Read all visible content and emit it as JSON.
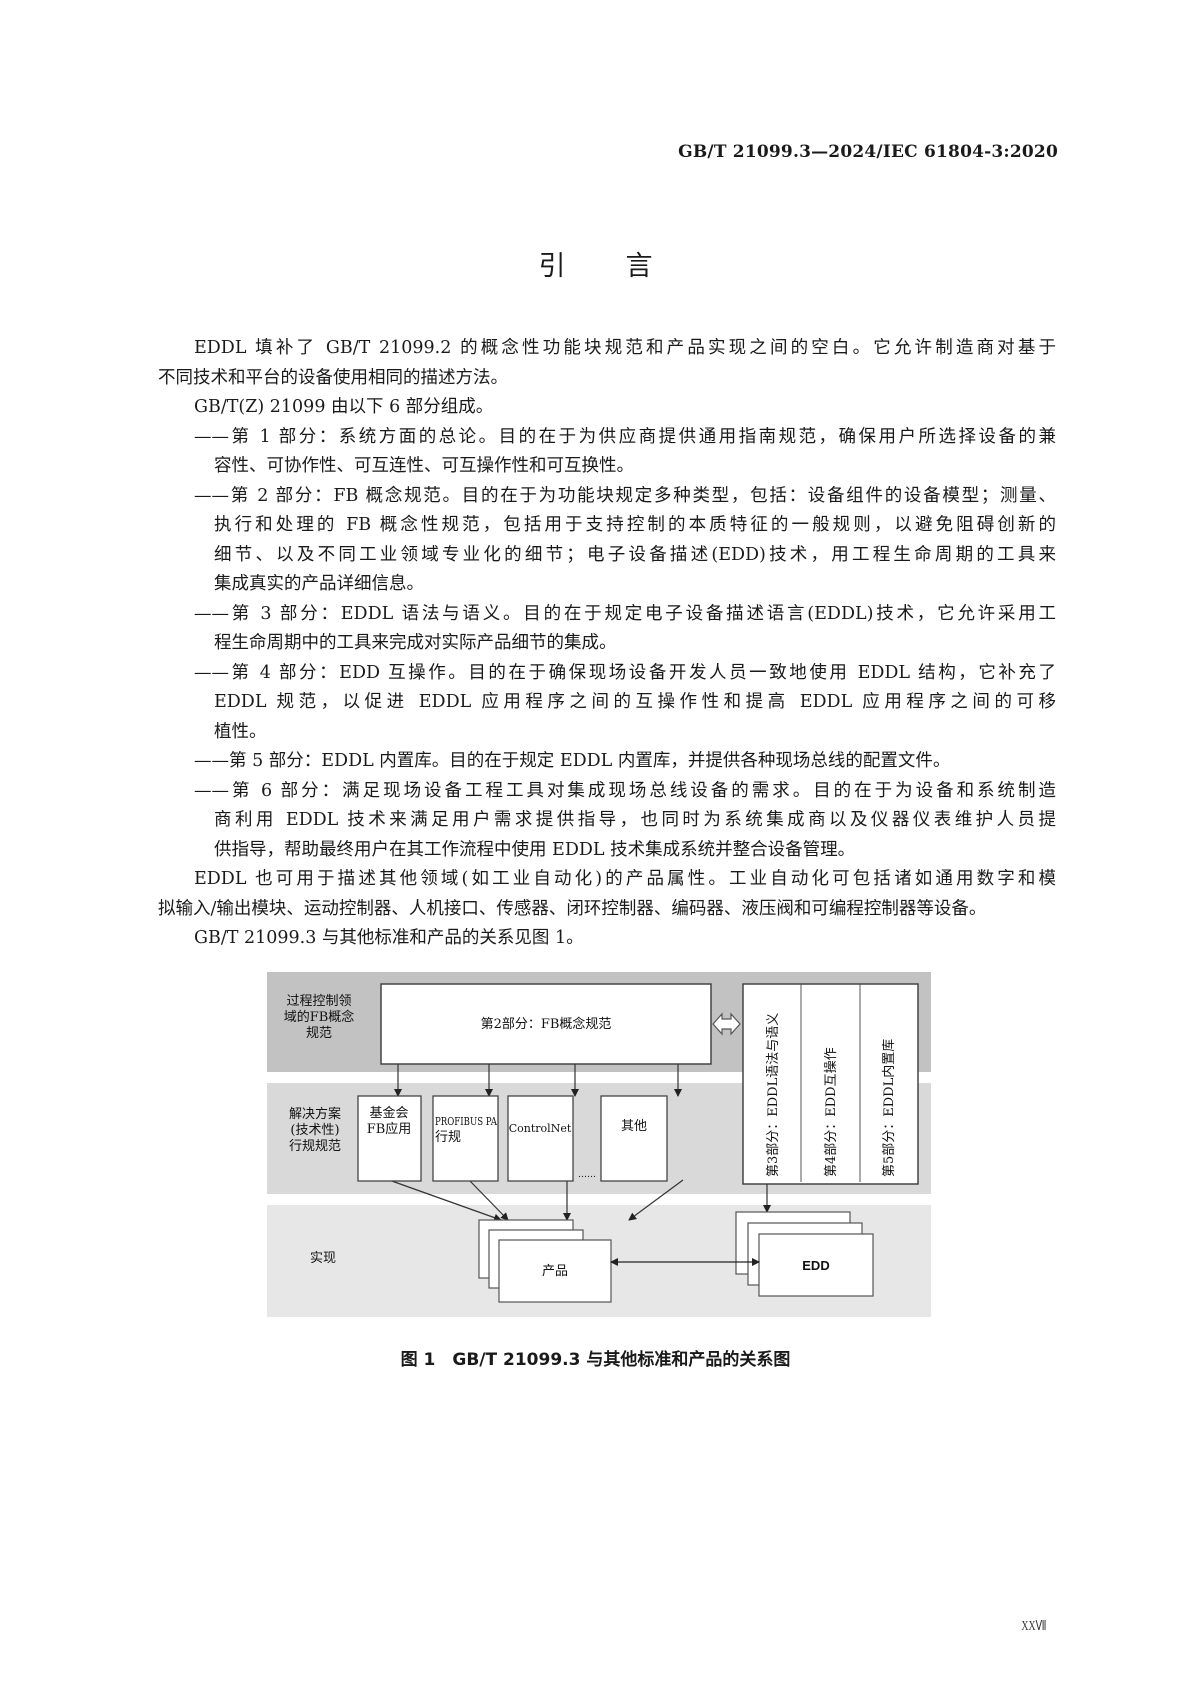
{
  "header": {
    "standard_number": "GB/T 21099.3—2024/IEC 61804-3:2020"
  },
  "title": [
    "引",
    "言"
  ],
  "paragraphs": [
    {
      "type": "para",
      "lines": [
        "EDDL 填补了 GB/T 21099.2 的概念性功能块规范和产品实现之间的空白。它允许制造商对基于",
        "不同技术和平台的设备使用相同的描述方法。"
      ]
    },
    {
      "type": "para",
      "lines": [
        "GB/T(Z) 21099 由以下 6 部分组成。"
      ]
    },
    {
      "type": "item",
      "lines": [
        "第 1 部分：系统方面的总论。目的在于为供应商提供通用指南规范，确保用户所选择设备的兼",
        "容性、可协作性、可互连性、可互操作性和可互换性。"
      ]
    },
    {
      "type": "item",
      "lines": [
        "第 2 部分：FB 概念规范。目的在于为功能块规定多种类型，包括：设备组件的设备模型；测量、",
        "执行和处理的 FB 概念性规范，包括用于支持控制的本质特征的一般规则，以避免阻碍创新的",
        "细节、以及不同工业领域专业化的细节；电子设备描述(EDD)技术，用工程生命周期的工具来",
        "集成真实的产品详细信息。"
      ]
    },
    {
      "type": "item",
      "lines": [
        "第 3 部分：EDDL 语法与语义。目的在于规定电子设备描述语言(EDDL)技术，它允许采用工",
        "程生命周期中的工具来完成对实际产品细节的集成。"
      ]
    },
    {
      "type": "item",
      "lines": [
        "第 4 部分：EDD 互操作。目的在于确保现场设备开发人员一致地使用 EDDL 结构，它补充了",
        "EDDL 规范，以促进 EDDL 应用程序之间的互操作性和提高 EDDL 应用程序之间的可移",
        "植性。"
      ]
    },
    {
      "type": "item",
      "lines": [
        "第 5 部分：EDDL 内置库。目的在于规定 EDDL 内置库，并提供各种现场总线的配置文件。"
      ]
    },
    {
      "type": "item",
      "lines": [
        "第 6 部分：满足现场设备工程工具对集成现场总线设备的需求。目的在于为设备和系统制造",
        "商利用 EDDL 技术来满足用户需求提供指导，也同时为系统集成商以及仪器仪表维护人员提",
        "供指导，帮助最终用户在其工作流程中使用 EDDL 技术集成系统并整合设备管理。"
      ]
    },
    {
      "type": "para",
      "lines": [
        "EDDL 也可用于描述其他领域(如工业自动化)的产品属性。工业自动化可包括诸如通用数字和模",
        "拟输入/输出模块、运动控制器、人机接口、传感器、闭环控制器、编码器、液压阀和可编程控制器等设备。"
      ]
    },
    {
      "type": "para",
      "lines": [
        "GB/T 21099.3 与其他标准和产品的关系见图 1。"
      ]
    }
  ],
  "item_dash": "——",
  "figure": {
    "band_labels": {
      "band1": [
        "过程控制领",
        "域的FB概念",
        "规范"
      ],
      "band2": [
        "解决方案",
        "(技术性)",
        "行规规范"
      ],
      "band3": [
        "实现"
      ]
    },
    "part2_box": "第2部分：FB概念规范",
    "profile_boxes": [
      {
        "lines": [
          "基金会",
          "FB应用"
        ]
      },
      {
        "lines": [
          "PROFIBUS PA",
          "行规"
        ]
      },
      {
        "lines": [
          "ControlNet"
        ]
      },
      {
        "lines": [
          "其他"
        ]
      }
    ],
    "ellipsis": "……",
    "edd_parts": [
      "第3部分：EDDL语法与语义",
      "第4部分：EDD互操作",
      "第5部分：EDDL内置库"
    ],
    "product_label": "产品",
    "edd_label": "EDD",
    "colors": {
      "band1": "#c2c2c2",
      "band2": "#d9d9d9",
      "band3": "#e7e7e7",
      "line": "#444444"
    }
  },
  "caption": "图 1　GB/T 21099.3 与其他标准和产品的关系图",
  "page_number": "XXⅦ"
}
